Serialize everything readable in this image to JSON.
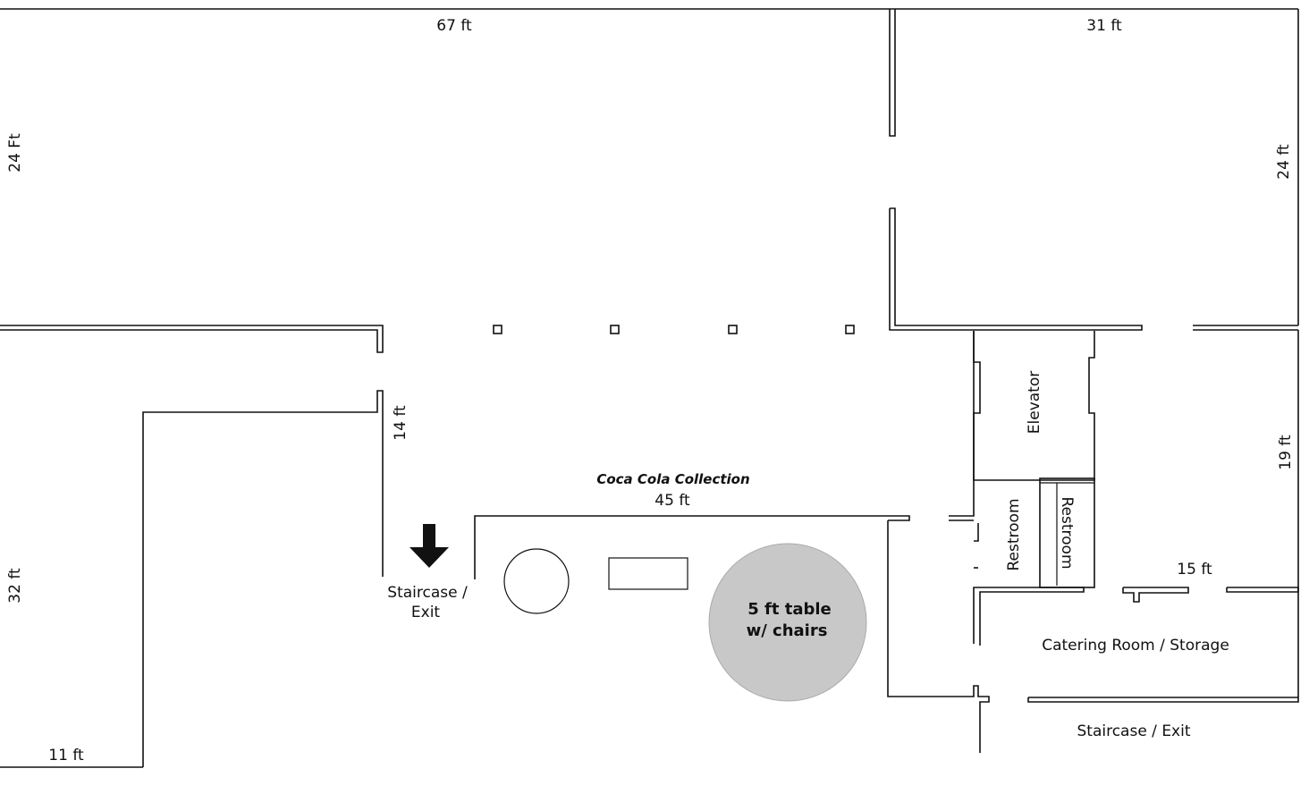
{
  "dimensions": {
    "top_left_width": "67 ft",
    "top_right_width": "31 ft",
    "left_upper_height": "24 Ft",
    "right_upper_height": "24 ft",
    "left_lower_height": "32 ft",
    "left_bottom_width": "11 ft",
    "inner_wall_height": "14 ft",
    "collection_width": "45 ft",
    "right_lower_height": "19 ft",
    "catering_width": "15 ft"
  },
  "labels": {
    "collection_title": "Coca Cola Collection",
    "staircase_left_line1": "Staircase /",
    "staircase_left_line2": "Exit",
    "table_line1": "5 ft table",
    "table_line2": "w/ chairs",
    "elevator": "Elevator",
    "restroom_a": "Restroom",
    "restroom_b": "Restroom",
    "catering": "Catering Room / Storage",
    "staircase_right": "Staircase / Exit"
  },
  "colors": {
    "wall": "#111111",
    "table_fill": "#c8c8c8"
  },
  "icons": {
    "exit_arrow": "arrow-down-icon"
  }
}
